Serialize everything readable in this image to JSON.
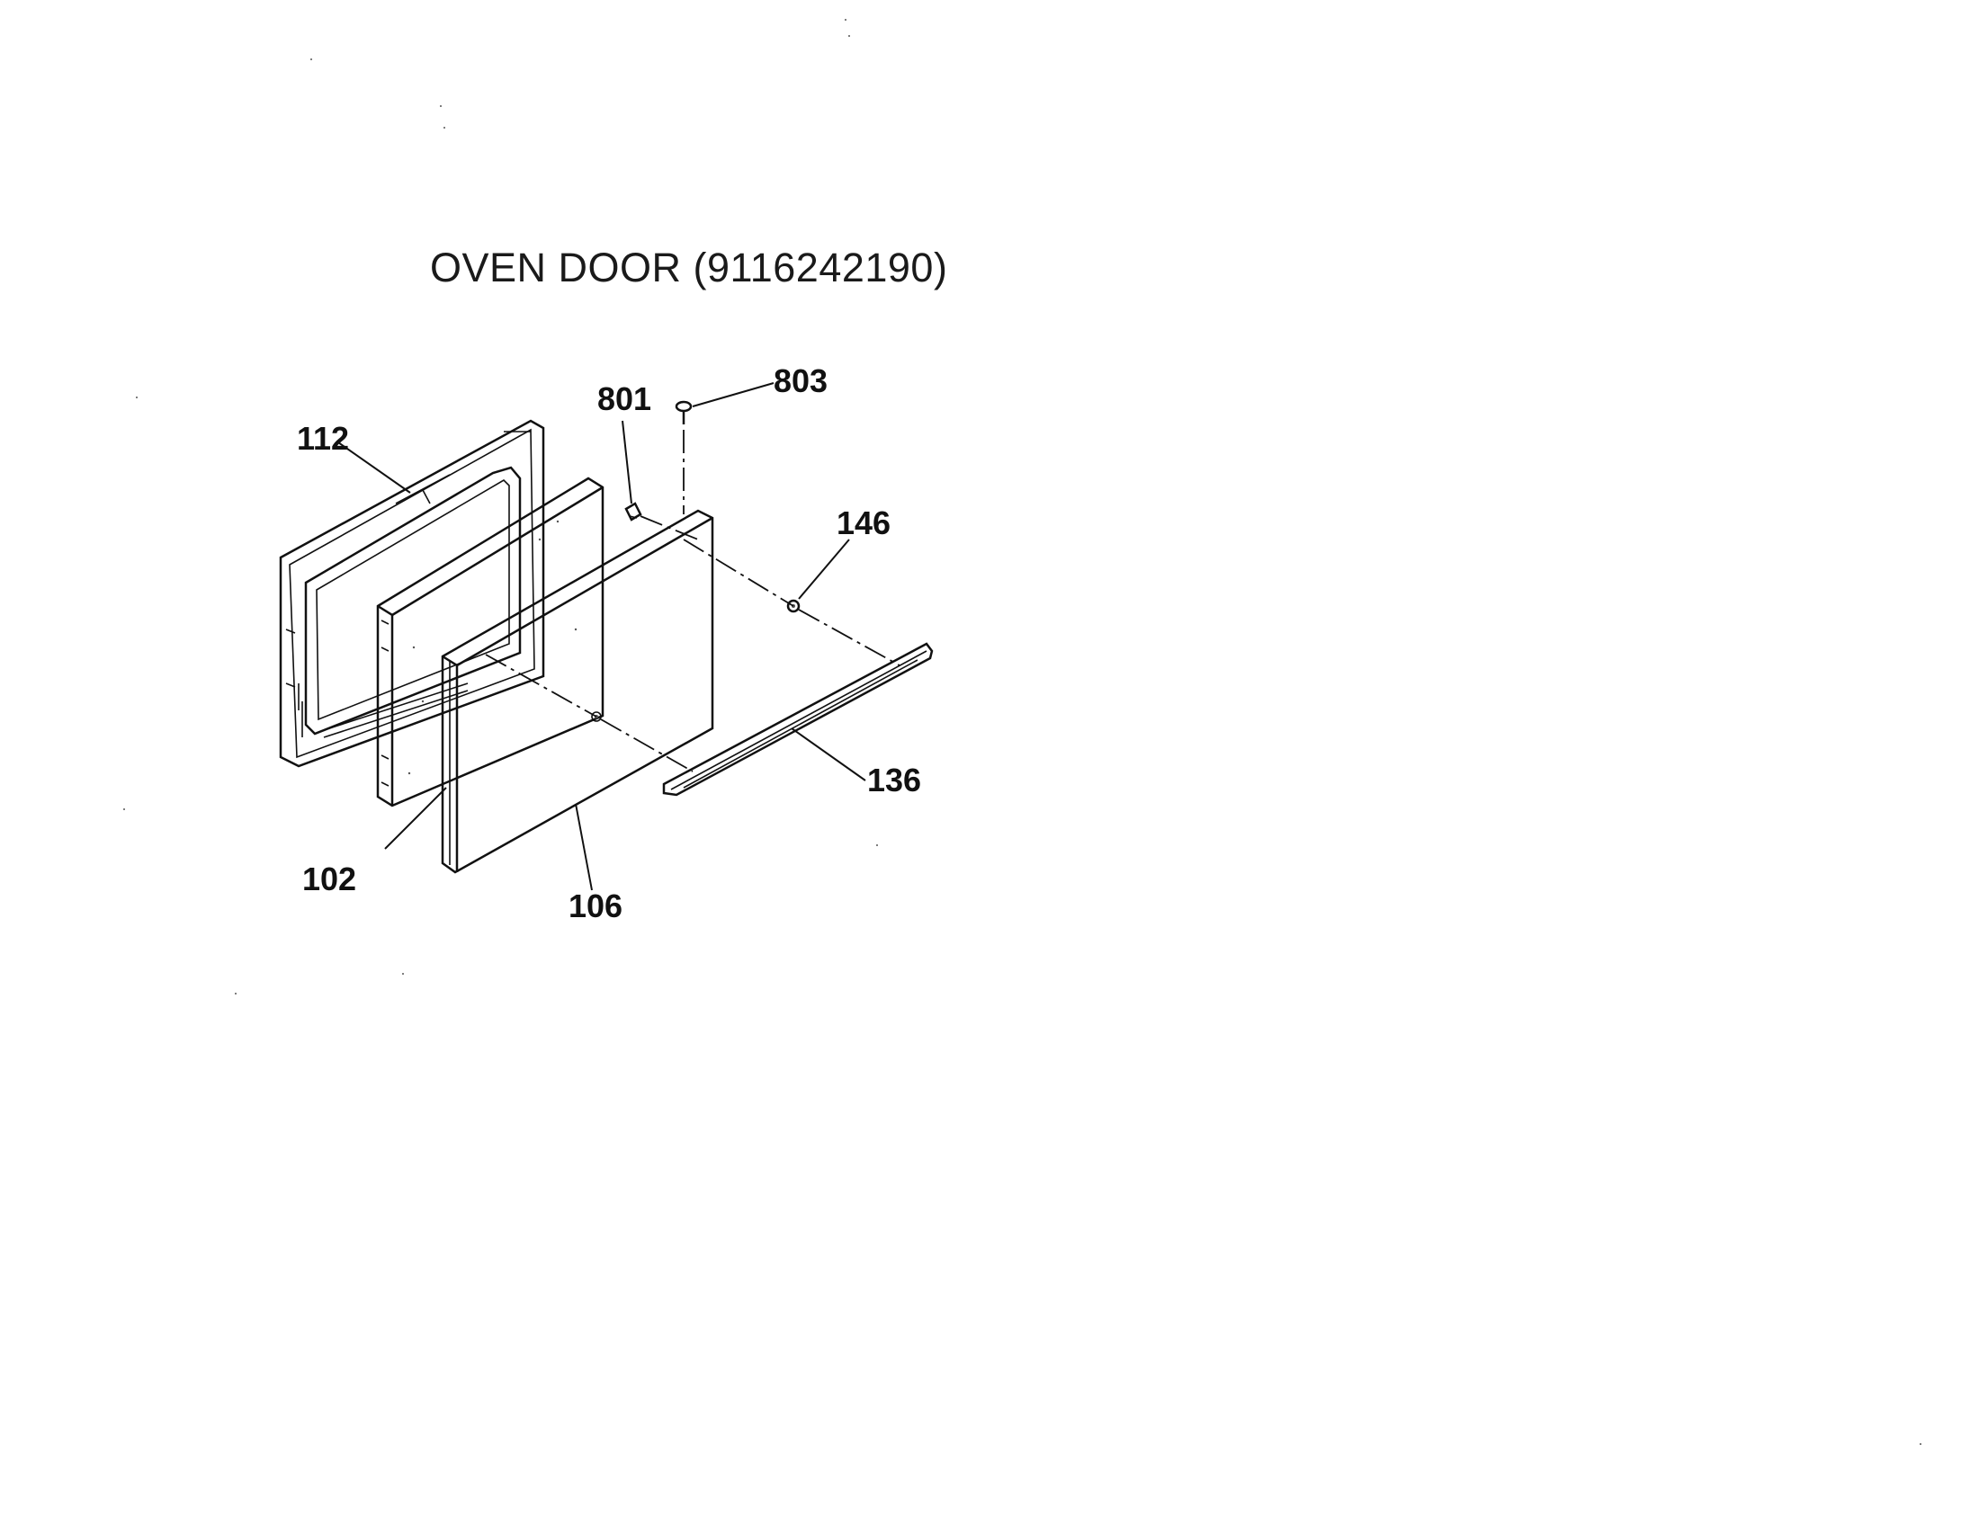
{
  "title": "OVEN DOOR (9116242190)",
  "callouts": {
    "p112": "112",
    "p102": "102",
    "p106": "106",
    "p801": "801",
    "p803": "803",
    "p146": "146",
    "p136": "136"
  }
}
